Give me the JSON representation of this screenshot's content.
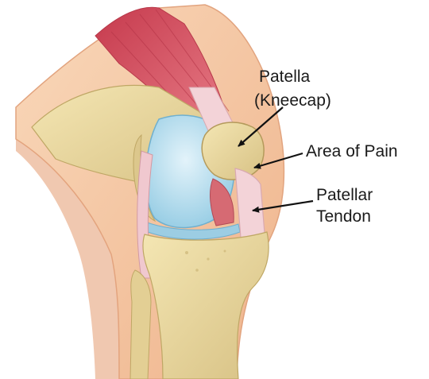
{
  "labels": {
    "patella_line1": "Patella",
    "patella_line2": "(Kneecap)",
    "area_of_pain": "Area of Pain",
    "tendon_line1": "Patellar",
    "tendon_line2": "Tendon"
  },
  "colors": {
    "skin": "#f6c9a4",
    "skin_shadow": "#e7a982",
    "muscle": "#d8515f",
    "bone": "#ecdca1",
    "bone_shadow": "#cdb777",
    "cartilage": "#bfe2f0",
    "tendon": "#f3d3d8",
    "arrow": "#111111"
  }
}
